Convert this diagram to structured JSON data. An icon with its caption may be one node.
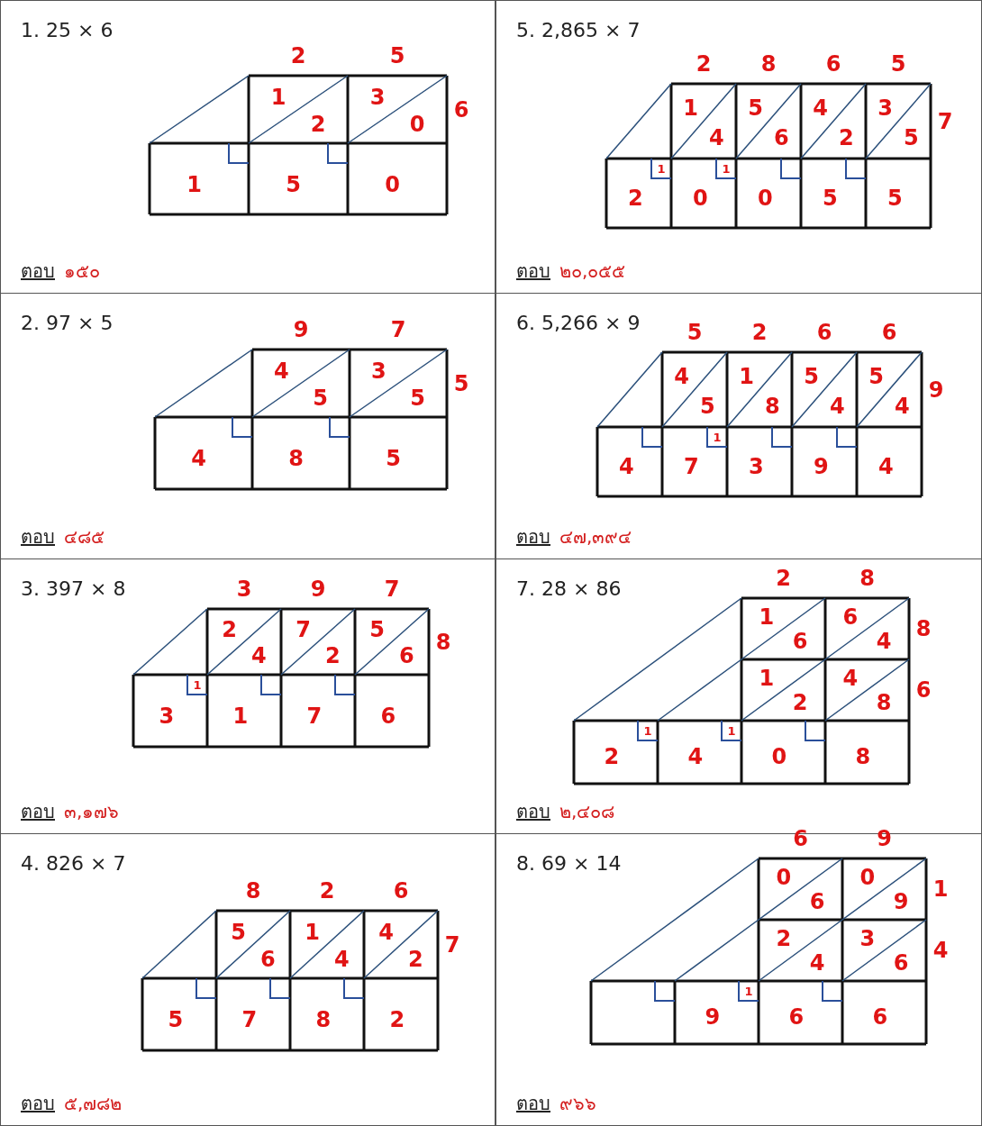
{
  "diagram": {
    "labels": [
      "1. 25 × 6",
      "2",
      "5",
      "1",
      "2",
      "3",
      "0",
      "6",
      "1",
      "5",
      "0",
      "ตอบ",
      "๑๕๐",
      "5. 2,865 × 7",
      "2",
      "8",
      "6",
      "5",
      "1",
      "4",
      "5",
      "6",
      "4",
      "2",
      "3",
      "5",
      "7",
      "1",
      "2",
      "1",
      "0",
      "0",
      "5",
      "5",
      "ตอบ",
      "๒๐,๐๕๕",
      "2. 97 × 5",
      "9",
      "7",
      "4",
      "5",
      "3",
      "5",
      "5",
      "4",
      "8",
      "5",
      "ตอบ",
      "๔๘๕",
      "6. 5,266 × 9",
      "5",
      "2",
      "6",
      "6",
      "4",
      "5",
      "1",
      "8",
      "5",
      "4",
      "5",
      "4",
      "9",
      "4",
      "1",
      "7",
      "3",
      "9",
      "4",
      "ตอบ",
      "๔๗,๓๙๔",
      "3. 397 × 8",
      "3",
      "9",
      "7",
      "2",
      "4",
      "7",
      "2",
      "5",
      "6",
      "8",
      "1",
      "3",
      "1",
      "7",
      "6",
      "ตอบ",
      "๓,๑๗๖",
      "7. 28 × 86",
      "2",
      "8",
      "1",
      "6",
      "6",
      "4",
      "8",
      "1",
      "2",
      "4",
      "8",
      "6",
      "1",
      "2",
      "1",
      "4",
      "0",
      "8",
      "ตอบ",
      "๒,๔๐๘",
      "4. 826 × 7",
      "8",
      "2",
      "6",
      "5",
      "6",
      "1",
      "4",
      "4",
      "2",
      "7",
      "5",
      "7",
      "8",
      "2",
      "ตอบ",
      "๕,๗๘๒",
      "8. 69 × 14",
      "6",
      "9",
      "0",
      "6",
      "0",
      "9",
      "1",
      "2",
      "4",
      "3",
      "6",
      "4",
      "1",
      "9",
      "6",
      "6",
      "ตอบ",
      "๙๖๖"
    ]
  }
}
